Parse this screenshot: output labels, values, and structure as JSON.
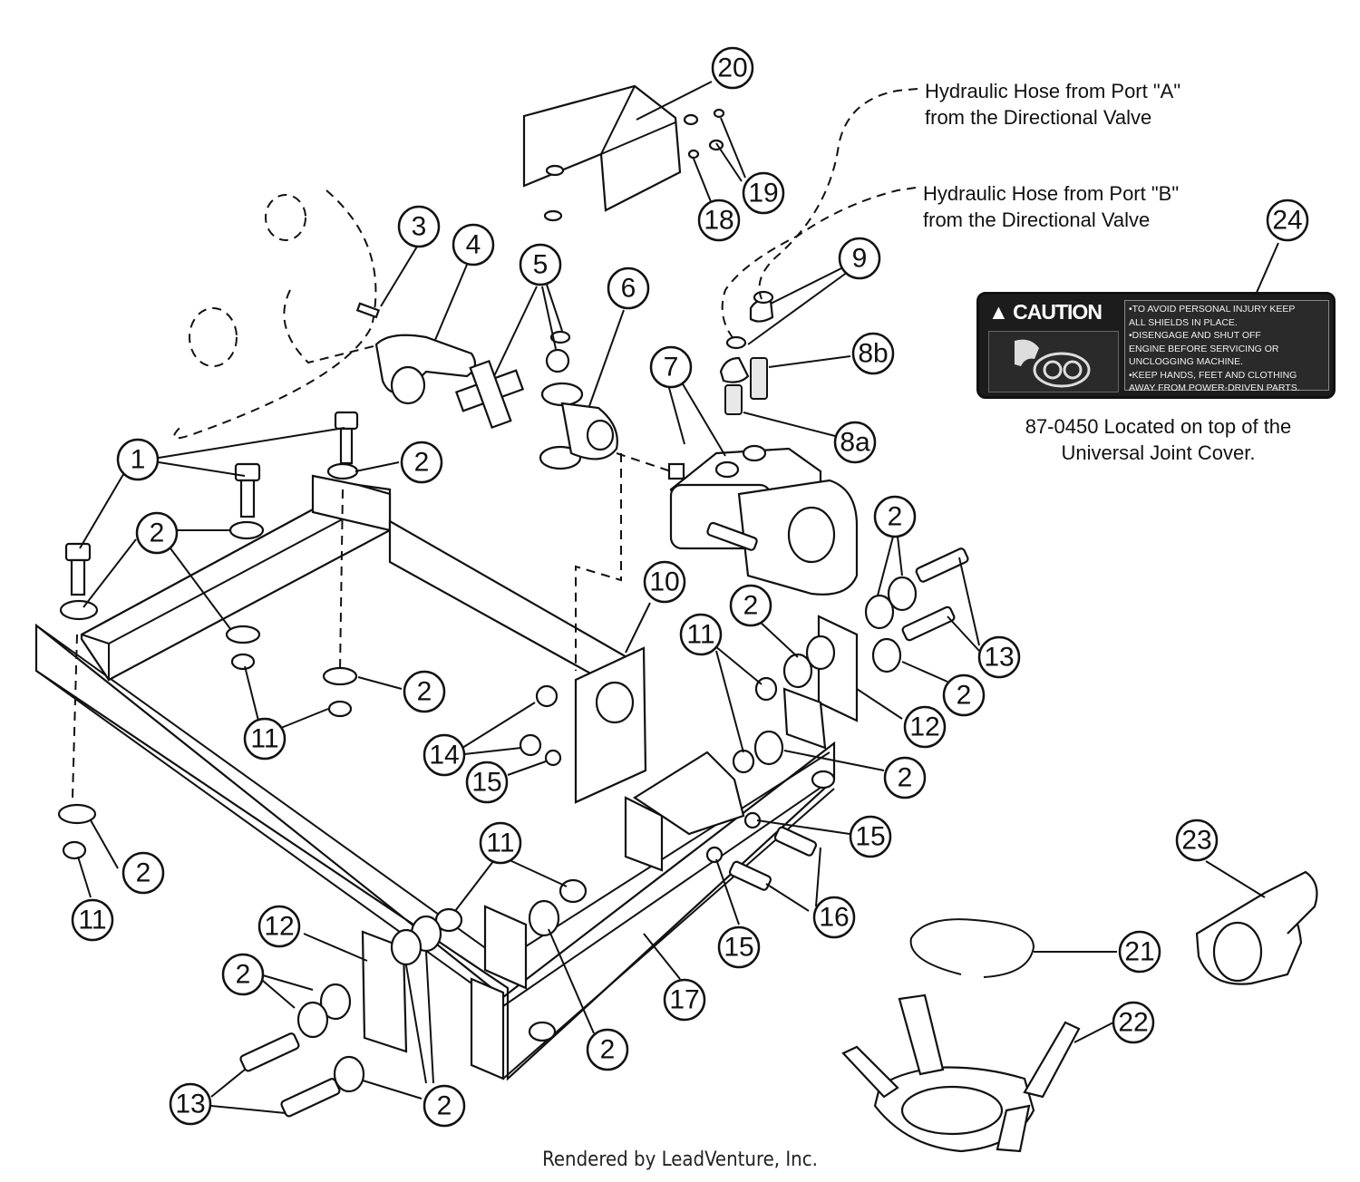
{
  "hose_a": {
    "line1": "Hydraulic Hose from Port \"A\"",
    "line2": "from the Directional Valve"
  },
  "hose_b": {
    "line1": "Hydraulic Hose from Port \"B\"",
    "line2": "from the Directional Valve"
  },
  "decal": {
    "heading": "CAUTION",
    "lines": [
      "•TO AVOID PERSONAL INJURY KEEP",
      " ALL SHIELDS IN PLACE.",
      "•DISENGAGE AND SHUT OFF",
      " ENGINE BEFORE SERVICING OR",
      " UNCLOGGING MACHINE.",
      "•KEEP HANDS, FEET AND CLOTHING",
      " AWAY FROM POWER-DRIVEN PARTS."
    ],
    "note_line1": "87-0450 Located on top of the",
    "note_line2": "Universal Joint Cover."
  },
  "footer": "Rendered by LeadVenture, Inc.",
  "callouts": {
    "c1": "1",
    "c2": "2",
    "c3": "3",
    "c4": "4",
    "c5": "5",
    "c6": "6",
    "c7": "7",
    "c8a": "8a",
    "c8b": "8b",
    "c9": "9",
    "c10": "10",
    "c11": "11",
    "c12": "12",
    "c13": "13",
    "c14": "14",
    "c15": "15",
    "c16": "16",
    "c17": "17",
    "c18": "18",
    "c19": "19",
    "c20": "20",
    "c21": "21",
    "c22": "22",
    "c23": "23",
    "c24": "24"
  }
}
